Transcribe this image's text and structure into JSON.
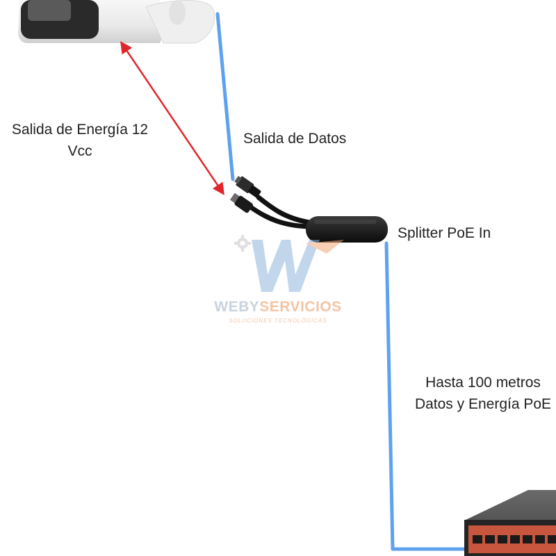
{
  "labels": {
    "power_out_line1": "Salida de Energía 12",
    "power_out_line2": "Vcc",
    "data_out": "Salida de Datos",
    "splitter": "Splitter PoE In",
    "distance_line1": "Hasta 100 metros",
    "distance_line2": "Datos y Energía PoE"
  },
  "watermark": {
    "brand_part1": "WEBY",
    "brand_part2": "SERVICIOS",
    "tagline": "SOLUCIONES TECNOLÓGICAS"
  },
  "colors": {
    "cable": "#5ea2ef",
    "power_arrow": "#e0262b",
    "background": "#ffffff",
    "label_text": "#222222"
  },
  "icons": [
    "bullet-camera-icon",
    "rj45-connector-icon",
    "dc-plug-icon",
    "poe-splitter-icon",
    "poe-switch-icon",
    "gear-icon"
  ]
}
